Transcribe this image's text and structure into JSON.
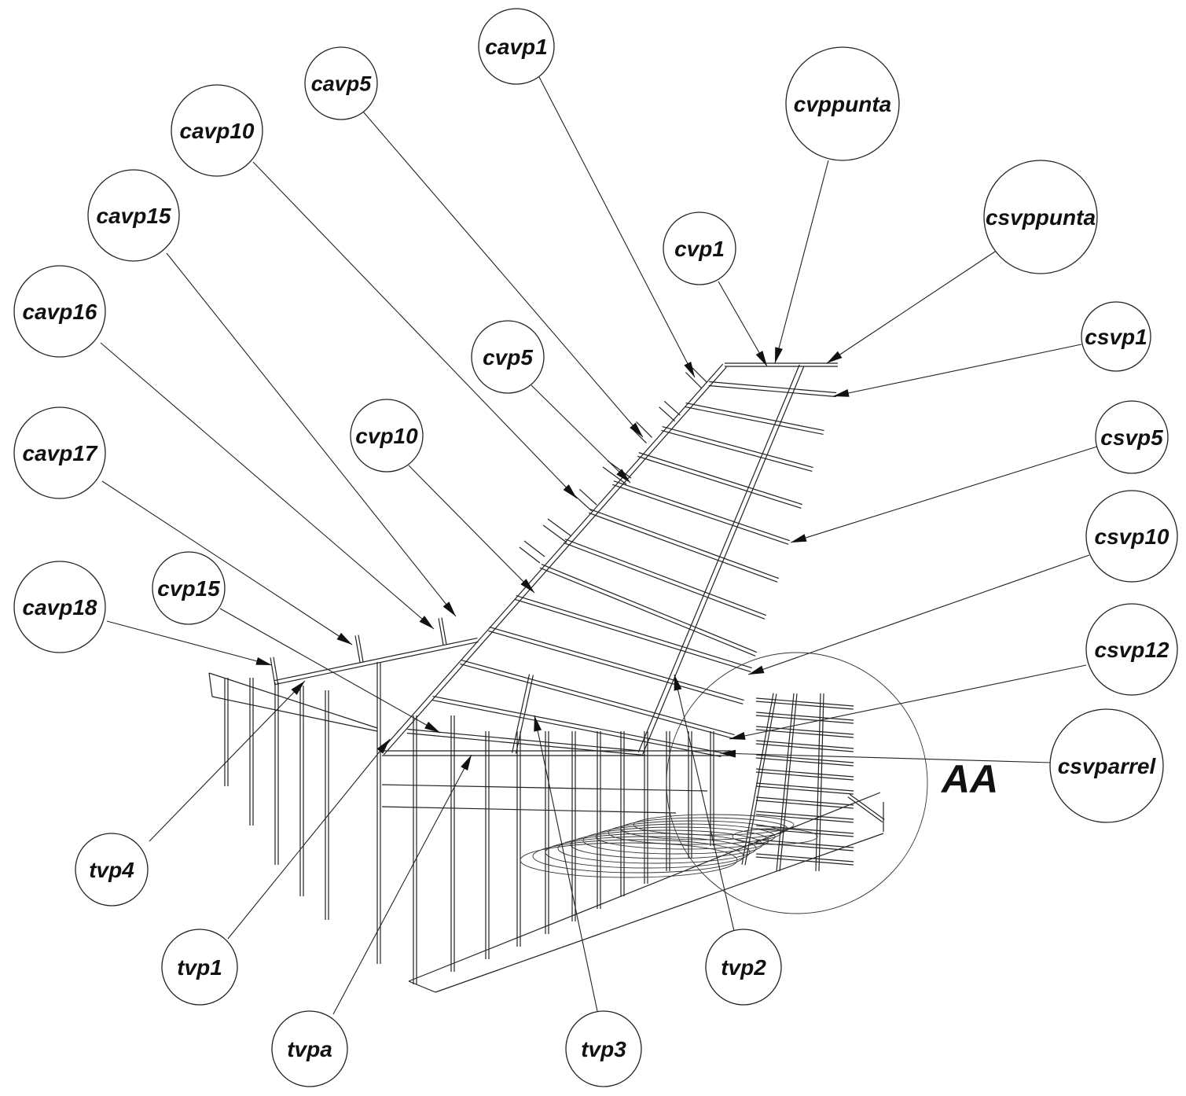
{
  "colors": {
    "line": "#222222",
    "background": "#ffffff"
  },
  "detail": {
    "label": "AA"
  },
  "callouts": [
    {
      "id": "cavp1",
      "label": "cavp1"
    },
    {
      "id": "cavp5",
      "label": "cavp5"
    },
    {
      "id": "cavp10",
      "label": "cavp10"
    },
    {
      "id": "cavp15",
      "label": "cavp15"
    },
    {
      "id": "cavp16",
      "label": "cavp16"
    },
    {
      "id": "cavp17",
      "label": "cavp17"
    },
    {
      "id": "cavp18",
      "label": "cavp18"
    },
    {
      "id": "cvppunta",
      "label": "cvppunta"
    },
    {
      "id": "csvppunta",
      "label": "csvppunta"
    },
    {
      "id": "cvp1",
      "label": "cvp1"
    },
    {
      "id": "csvp1",
      "label": "csvp1"
    },
    {
      "id": "cvp5",
      "label": "cvp5"
    },
    {
      "id": "csvp5",
      "label": "csvp5"
    },
    {
      "id": "cvp10",
      "label": "cvp10"
    },
    {
      "id": "csvp10",
      "label": "csvp10"
    },
    {
      "id": "cvp15",
      "label": "cvp15"
    },
    {
      "id": "csvp12",
      "label": "csvp12"
    },
    {
      "id": "csvparrel",
      "label": "csvparrel"
    },
    {
      "id": "tvp4",
      "label": "tvp4"
    },
    {
      "id": "tvp1",
      "label": "tvp1"
    },
    {
      "id": "tvpa",
      "label": "tvpa"
    },
    {
      "id": "tvp3",
      "label": "tvp3"
    },
    {
      "id": "tvp2",
      "label": "tvp2"
    }
  ]
}
